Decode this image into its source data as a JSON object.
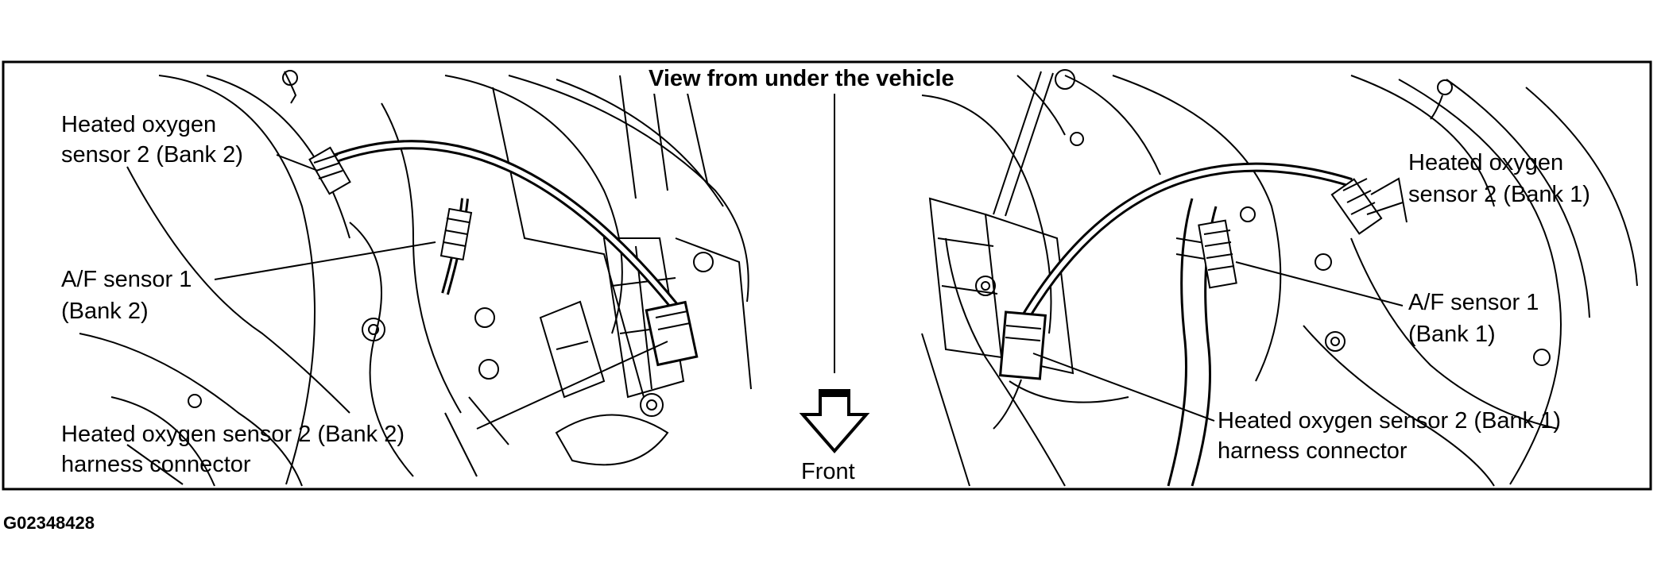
{
  "diagram": {
    "title": "View from under the vehicle",
    "direction_label": "Front",
    "figure_id": "G02348428",
    "left_labels": {
      "sensor2_line1": "Heated oxygen",
      "sensor2_line2": "sensor 2 (Bank 2)",
      "af_line1": "A/F sensor 1",
      "af_line2": "(Bank 2)",
      "harness_line1": "Heated oxygen sensor 2 (Bank 2)",
      "harness_line2": "harness connector"
    },
    "right_labels": {
      "sensor2_line1": "Heated oxygen",
      "sensor2_line2": "sensor 2 (Bank 1)",
      "af_line1": "A/F sensor 1",
      "af_line2": "(Bank 1)",
      "harness_line1": "Heated oxygen sensor 2 (Bank 1)",
      "harness_line2": "harness connector"
    },
    "icons": {
      "direction_arrow": "down-arrow-icon"
    },
    "colors": {
      "line": "#000000",
      "background": "#ffffff"
    }
  }
}
